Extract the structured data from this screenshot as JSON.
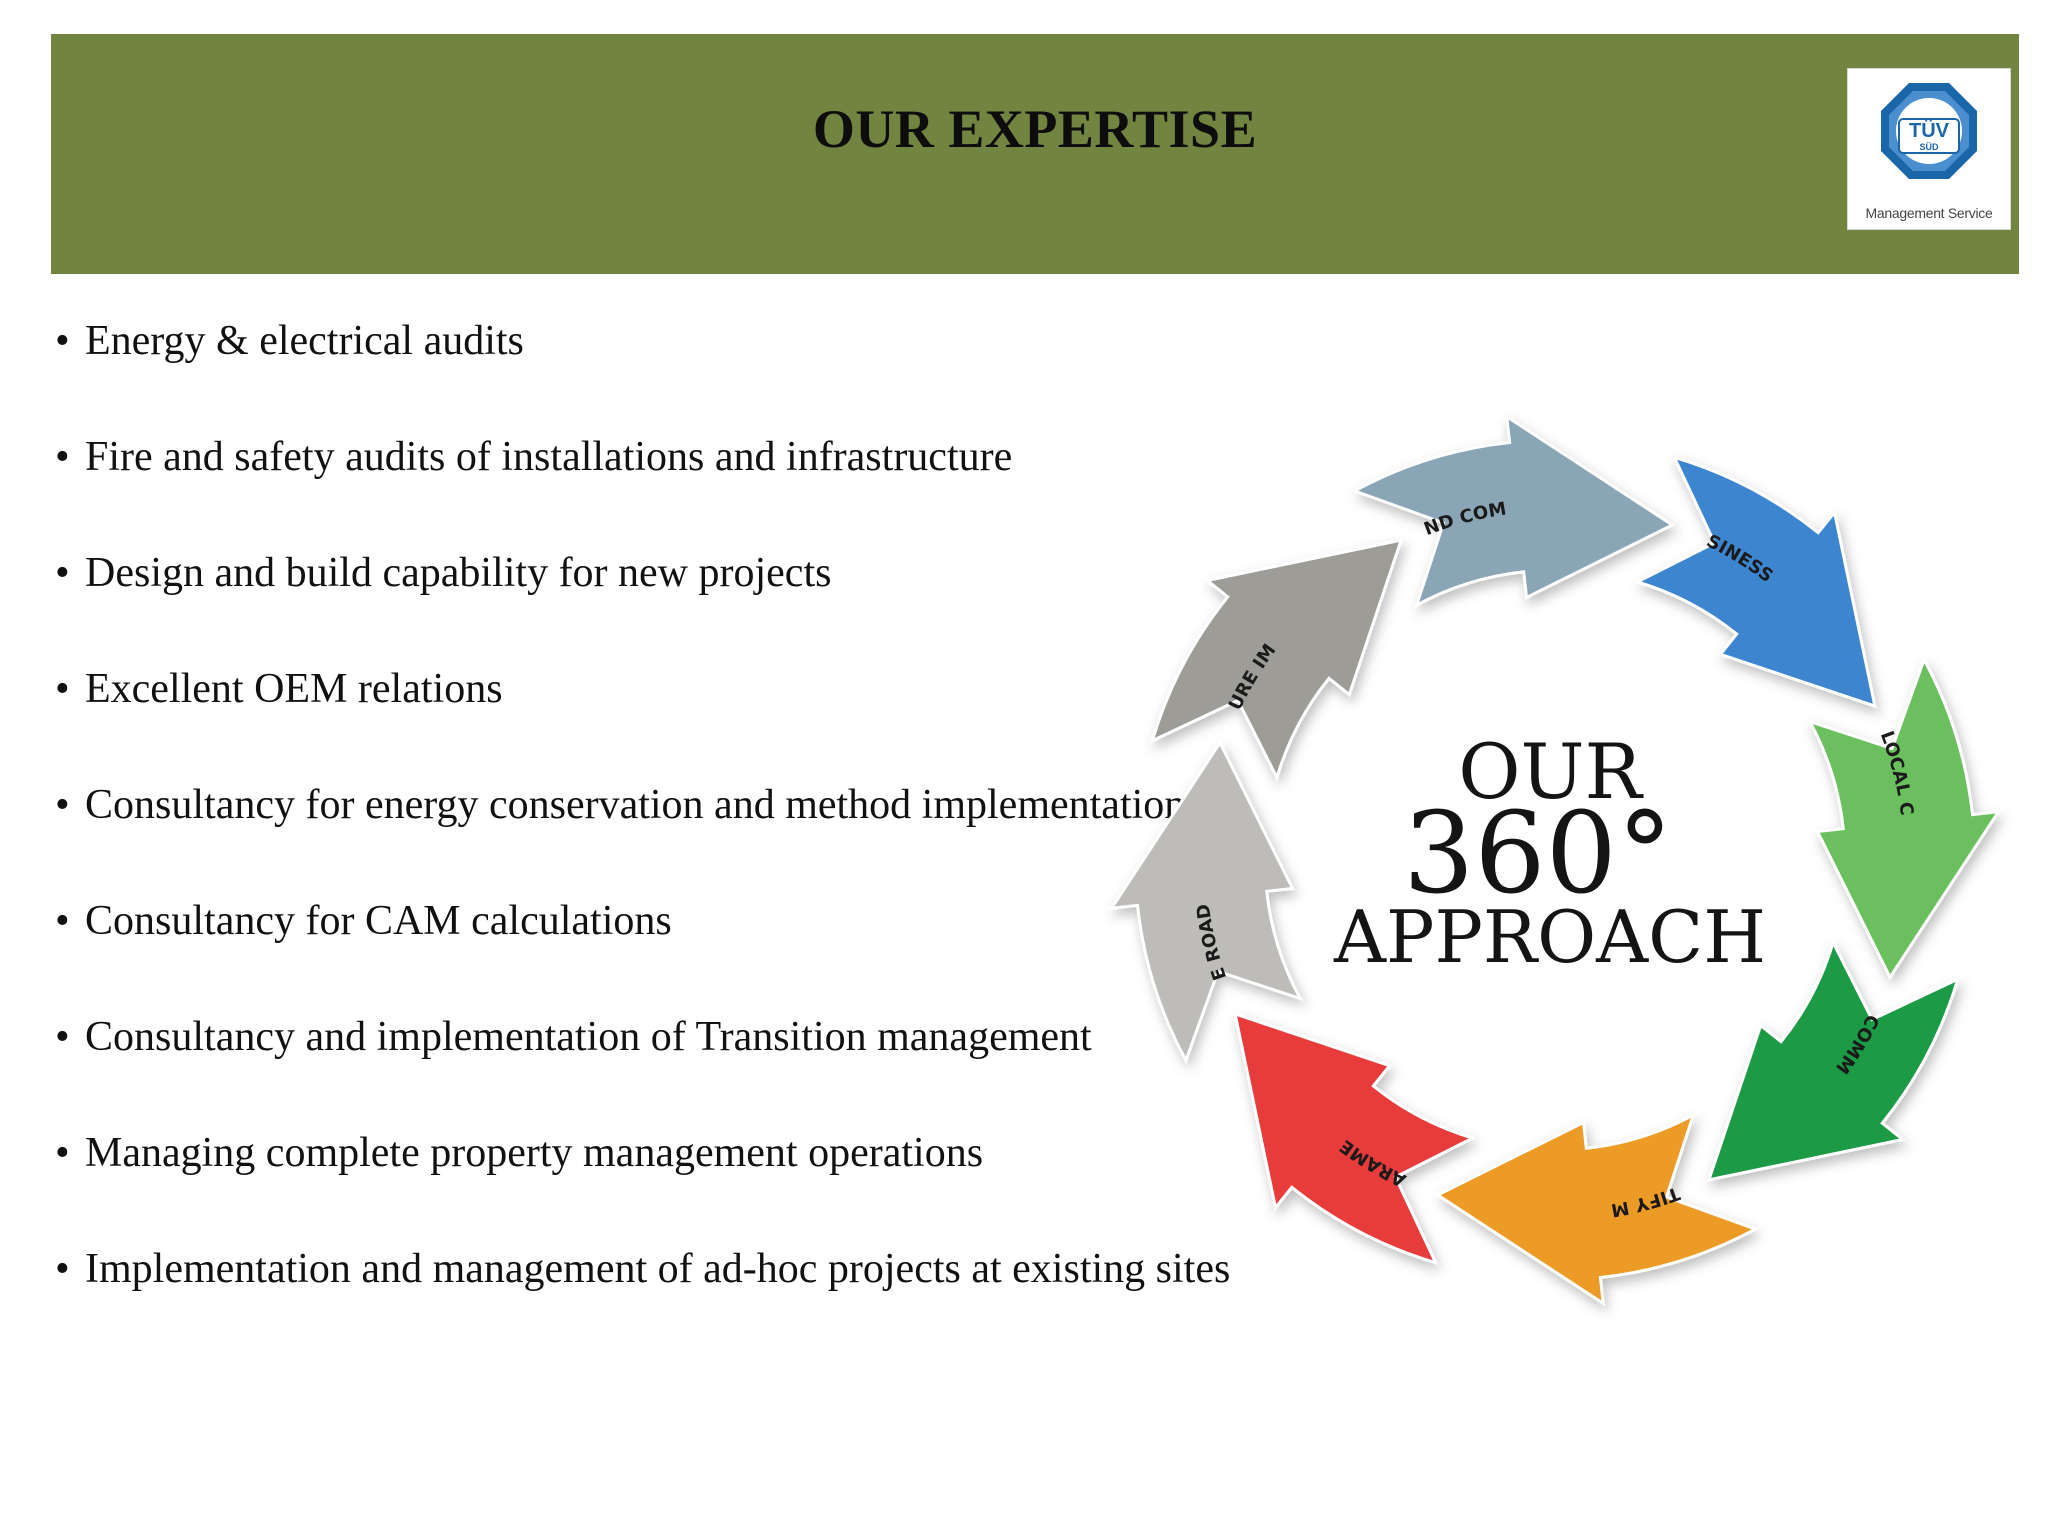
{
  "header": {
    "title": "OUR EXPERTISE",
    "logo": {
      "icon": "tuv-sud-octagon-logo",
      "mark_text": "TÜV",
      "sub_text": "SÜD",
      "caption": "Management Service",
      "colors": {
        "octagon": "#1b66a8",
        "inner": "#ffffff"
      }
    },
    "background_color": "#728540"
  },
  "expertise_items": [
    "Energy & electrical audits",
    "Fire and safety audits of installations and infrastructure",
    "Design and build capability for new projects",
    "Excellent OEM relations",
    "Consultancy for energy conservation and method implementation",
    "Consultancy for CAM calculations",
    "Consultancy and implementation of Transition management",
    "Managing complete property management operations",
    "Implementation and management of ad-hoc projects at existing sites"
  ],
  "bullet_glyph": "•",
  "approach_cycle": {
    "center": {
      "line1": "OUR",
      "line2": "360°",
      "line3": "APPROACH"
    },
    "segments": [
      {
        "label": "REPORT AND COMMUNICATE",
        "color": "#8aa5b6"
      },
      {
        "label": "ASSESS BUSINESS CONTEXT",
        "color": "#3d86cf"
      },
      {
        "label": "ASSESS LOCAL CONTEXT",
        "color": "#6cbf5f"
      },
      {
        "label": "ENGAGE COMMUNITIES",
        "color": "#1f9a45"
      },
      {
        "label": "IDENTIFY MODEL",
        "color": "#ec9b25"
      },
      {
        "label": "SET PARAMETERS",
        "color": "#e83b3b"
      },
      {
        "label": "CREATE ROAD-MAP",
        "color": "#bdbcb8"
      },
      {
        "label": "MEASURE IMPACT",
        "color": "#9d9c96"
      }
    ]
  }
}
